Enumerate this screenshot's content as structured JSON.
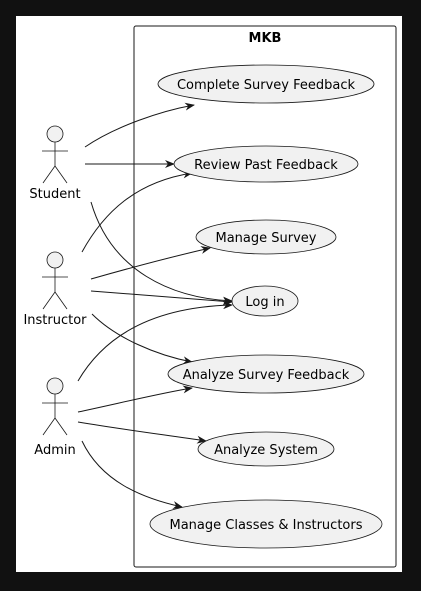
{
  "system": {
    "title": "MKB"
  },
  "actors": [
    {
      "id": "student",
      "label": "Student"
    },
    {
      "id": "instructor",
      "label": "Instructor"
    },
    {
      "id": "admin",
      "label": "Admin"
    }
  ],
  "use_cases": [
    {
      "id": "complete",
      "label": "Complete Survey Feedback"
    },
    {
      "id": "review",
      "label": "Review Past Feedback"
    },
    {
      "id": "manage_survey",
      "label": "Manage Survey"
    },
    {
      "id": "login",
      "label": "Log in"
    },
    {
      "id": "analyze_feedback",
      "label": "Analyze Survey Feedback"
    },
    {
      "id": "analyze_system",
      "label": "Analyze System"
    },
    {
      "id": "manage_classes",
      "label": "Manage Classes & Instructors"
    }
  ],
  "associations": [
    {
      "from": "student",
      "to": "complete"
    },
    {
      "from": "student",
      "to": "review"
    },
    {
      "from": "student",
      "to": "login"
    },
    {
      "from": "instructor",
      "to": "review"
    },
    {
      "from": "instructor",
      "to": "manage_survey"
    },
    {
      "from": "instructor",
      "to": "login"
    },
    {
      "from": "instructor",
      "to": "analyze_feedback"
    },
    {
      "from": "admin",
      "to": "login"
    },
    {
      "from": "admin",
      "to": "analyze_feedback"
    },
    {
      "from": "admin",
      "to": "analyze_system"
    },
    {
      "from": "admin",
      "to": "manage_classes"
    }
  ],
  "colors": {
    "background": "#111111",
    "canvas": "#ffffff",
    "node_fill": "#f1f1f1",
    "stroke": "#181818"
  }
}
